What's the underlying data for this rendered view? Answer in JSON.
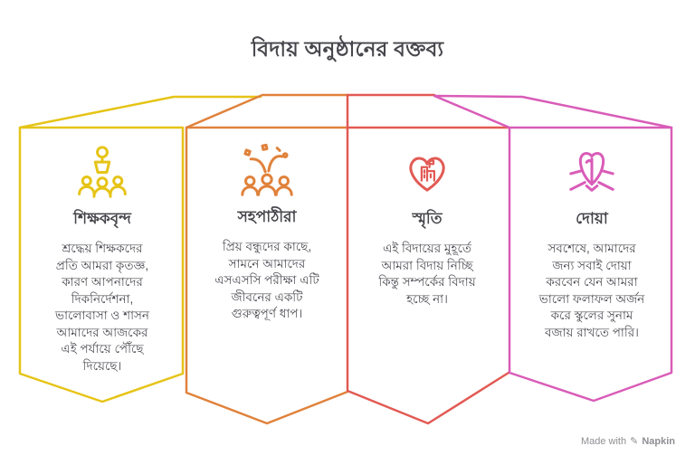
{
  "title": "বিদায় অনুষ্ঠানের বক্তব্য",
  "colors": {
    "yellow": "#E6C417",
    "orange": "#E0823B",
    "red": "#E25A54",
    "pink": "#D95CB8",
    "text": "#4B4B52",
    "muted": "#8F8F94"
  },
  "panels": [
    {
      "id": "teachers",
      "color": "#E6C417",
      "icon": "lecture-podium-icon",
      "heading": "শিক্ষকবৃন্দ",
      "body_lines": [
        "শ্রদ্ধেয় শিক্ষকদের",
        "প্রতি আমরা কৃতজ্ঞ,",
        "কারণ আপনাদের",
        "দিকনির্দেশনা,",
        "ভালোবাসা ও শাসন",
        "আমাদের আজকের",
        "এই পর্যায়ে পৌঁছে",
        "দিয়েছে।"
      ]
    },
    {
      "id": "classmates",
      "color": "#E0823B",
      "icon": "celebration-people-icon",
      "heading": "সহপাঠীরা",
      "body_lines": [
        "প্রিয় বন্ধুদের কাছে,",
        "সামনে আমাদের",
        "এসএসসি পরীক্ষা এটি",
        "জীবনের একটি",
        "গুরুত্বপূর্ণ ধাপ।"
      ]
    },
    {
      "id": "memories",
      "color": "#E25A54",
      "icon": "heart-school-icon",
      "heading": "স্মৃতি",
      "body_lines": [
        "এই বিদায়ের মুহূর্তে",
        "আমরা বিদায় নিচ্ছি",
        "কিন্তু সম্পর্কের বিদায়",
        "হচ্ছে না।"
      ]
    },
    {
      "id": "prayer",
      "color": "#D95CB8",
      "icon": "praying-hands-icon",
      "heading": "দোয়া",
      "body_lines": [
        "সবশেষে, আমাদের",
        "জন্য সবাই দোয়া",
        "করবেন যেন আমরা",
        "ভালো ফলাফল অর্জন",
        "করে স্কুলের সুনাম",
        "বজায় রাখতে পারি।"
      ]
    }
  ],
  "footer": {
    "made_with": "Made with",
    "brand": "Napkin"
  }
}
